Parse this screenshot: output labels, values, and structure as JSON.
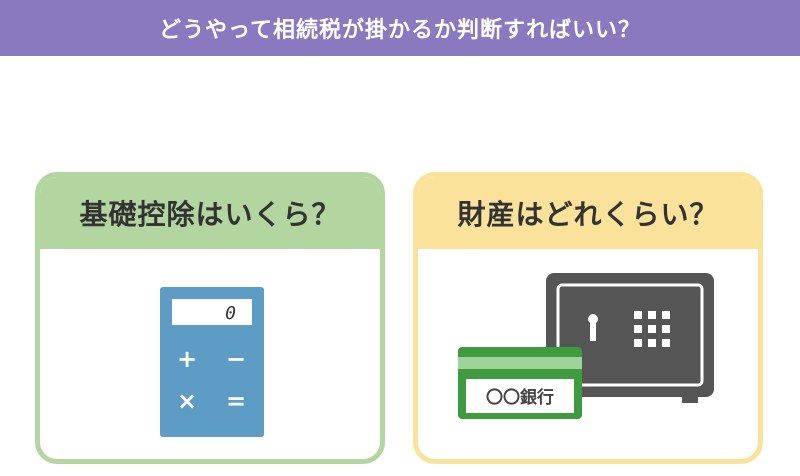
{
  "header": {
    "title": "どうやって相続税が掛かるか判断すればいい？"
  },
  "cards": [
    {
      "title": "基礎控除はいくら？",
      "color": "#b3d5a0"
    },
    {
      "title": "財産はどれくらい？",
      "color": "#fbe29a"
    }
  ],
  "calculator": {
    "display": "0",
    "keys": [
      "+",
      "−",
      "×",
      "="
    ],
    "body_color": "#5d9cc5"
  },
  "bank_card": {
    "label": "〇〇銀行",
    "color": "#3e9b3e"
  },
  "safe": {
    "color": "#555555",
    "icon": "safe-icon"
  },
  "colors": {
    "banner": "#8b79c0"
  }
}
